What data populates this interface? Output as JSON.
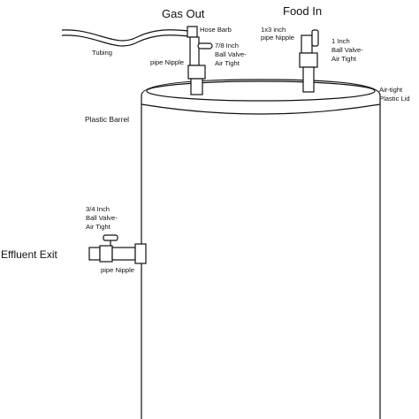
{
  "labels": {
    "gas_out": "Gas Out",
    "food_in": "Food In",
    "hose_barb": "Hose Barb",
    "tubing": "Tubing",
    "pipe_nipple_top": "pipe Nipple",
    "valve_78_l1": "7/8 Inch",
    "valve_78_l2": "Ball Valve-",
    "valve_78_l3": "Air Tight",
    "food_nipple_l1": "1x3 inch",
    "food_nipple_l2": "pipe Nipple",
    "valve_1_l1": "1 Inch",
    "valve_1_l2": "Ball Valve-",
    "valve_1_l3": "Air Tight",
    "lid_l1": "Air-tight",
    "lid_l2": "Plastic Lid",
    "plastic_barrel": "Plastic Barrel",
    "valve_34_l1": "3/4 Inch",
    "valve_34_l2": "Ball Valve-",
    "valve_34_l3": "Air Tight",
    "effluent_exit": "Effluent Exit",
    "pipe_nipple_bottom": "pipe Nipple"
  }
}
